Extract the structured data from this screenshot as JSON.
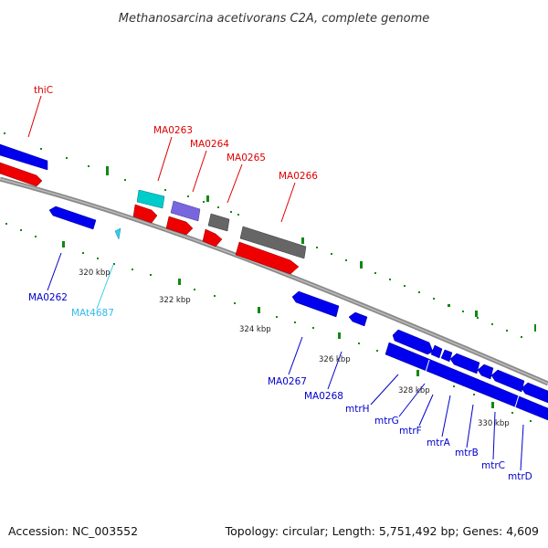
{
  "title": "Methanosarcina acetivorans C2A, complete genome",
  "footer": {
    "accession": "Accession: NC_003552",
    "summary": "Topology: circular; Length: 5,751,492 bp; Genes: 4,609"
  },
  "colors": {
    "forward_cds": "#ff0000",
    "reverse_cds": "#0000ee",
    "trna": "#33ccee",
    "forward_label": "#dd0000",
    "reverse_label": "#0000cc",
    "cyan": "#00cccc",
    "purple": "#7766dd",
    "gray": "#666666",
    "backbone": "#888888",
    "ticks": "#118811"
  },
  "scale_labels": [
    "320 kbp",
    "322 kbp",
    "324 kbp",
    "326 kbp",
    "328 kbp",
    "330 kbp"
  ],
  "gene_labels": {
    "top": [
      "thiC",
      "MA0263",
      "MA0264",
      "MA0265",
      "MA0266"
    ],
    "bottom": [
      "MA0262",
      "MAt4687",
      "MA0267",
      "MA0268",
      "mtrH",
      "mtrG",
      "mtrF",
      "mtrA",
      "mtrB",
      "mtrC",
      "mtrD"
    ]
  }
}
